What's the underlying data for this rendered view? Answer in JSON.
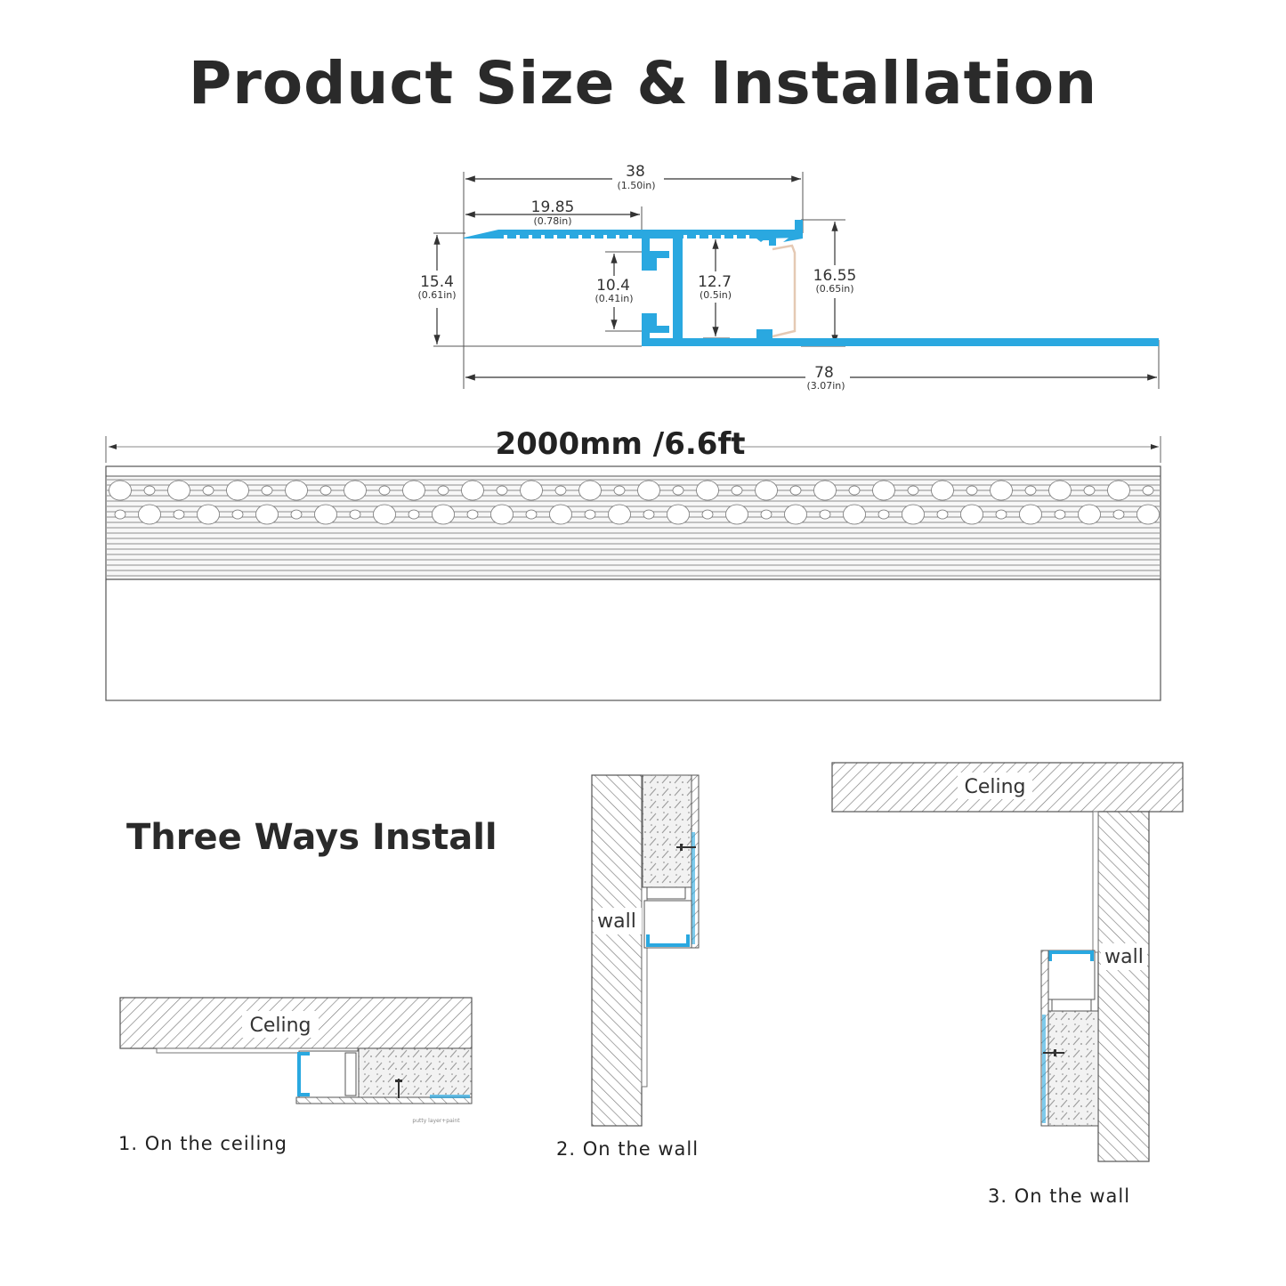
{
  "title": "Product Size & Installation",
  "section_title": "Three Ways Install",
  "colors": {
    "profile_blue": "#2aa8e0",
    "line": "#555555",
    "hatch": "#888888"
  },
  "cross_section": {
    "dims": {
      "width_total": {
        "value": "38",
        "sub": "(1.50in)"
      },
      "width_flange": {
        "value": "19.85",
        "sub": "(0.78in)"
      },
      "height_left": {
        "value": "15.4",
        "sub": "(0.61in)"
      },
      "slot_inner": {
        "value": "10.4",
        "sub": "(0.41in)"
      },
      "channel_inner": {
        "value": "12.7",
        "sub": "(0.5in)"
      },
      "height_right": {
        "value": "16.55",
        "sub": "(0.65in)"
      },
      "length_bottom": {
        "value": "78",
        "sub": "(3.07in)"
      }
    }
  },
  "length_view": {
    "label": "2000mm /6.6ft"
  },
  "install": {
    "ceiling": {
      "surface_label": "Celing",
      "caption": "1. On the ceiling",
      "fine_print": "putty layer+paint"
    },
    "wall_1": {
      "surface_label": "wall",
      "caption": "2. On the wall"
    },
    "wall_2": {
      "ceiling_label": "Celing",
      "wall_label": "wall",
      "caption": "3. On the wall"
    }
  }
}
